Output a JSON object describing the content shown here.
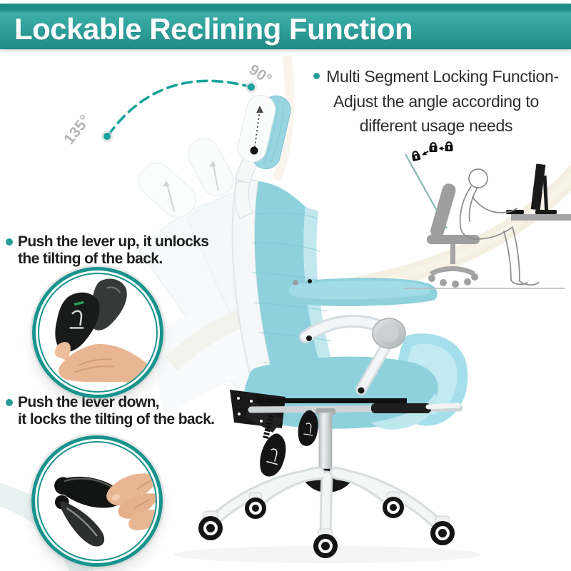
{
  "header": {
    "title": "Lockable Reclining Function"
  },
  "recline_annotation": {
    "min_angle_label": "135°",
    "max_angle_label": "90°",
    "arc_style": "teal-dashed-arc"
  },
  "feature_note": {
    "line1": "Multi Segment Locking Function-",
    "line2": "Adjust the angle according to",
    "line3": "different usage needs"
  },
  "instructions": {
    "unlock": {
      "line1": "Push the lever up, it unlocks",
      "line2": "the tilting of the back."
    },
    "lock": {
      "line1": "Push the lever down,",
      "line2": "it locks the tilting of the back."
    }
  },
  "icons": {
    "bullet": "teal-dot-icon",
    "padlock": "padlock-icon",
    "arrow_between_locks": "left-arrow-icon",
    "headrest_arrow": "up-arrow-icon",
    "recline_pivot": "pivot-dot-icon"
  },
  "colors": {
    "banner_teal": "#2d9e99",
    "banner_teal_dark": "#1e8d88",
    "accent_teal": "#19938d",
    "chair_mesh_blue": "#8ed1dd",
    "chair_light_blue": "#c2e8ef",
    "frame_white": "#f5f7f8",
    "text_dark": "#1e1e1e",
    "angle_label_gray": "#b4b4b4",
    "lineart_gray": "#8a8a8a",
    "swoosh_beige": "#f3ecdc"
  }
}
